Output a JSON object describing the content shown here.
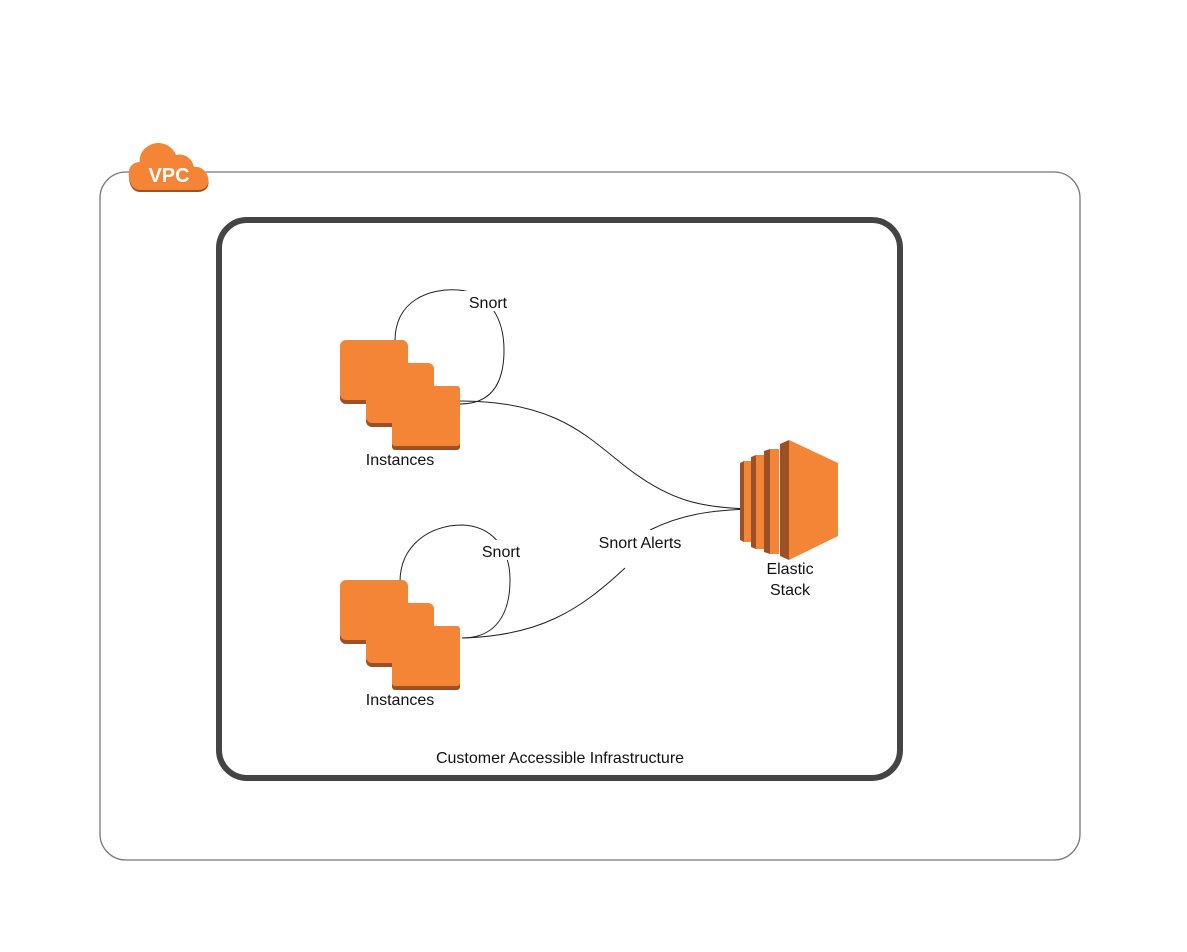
{
  "vpc": {
    "label": "VPC",
    "color": "#f58536"
  },
  "infrastructure": {
    "label": "Customer Accessible Infrastructure"
  },
  "groups": [
    {
      "instances_label": "Instances",
      "loop_label": "Snort"
    },
    {
      "instances_label": "Instances",
      "loop_label": "Snort"
    }
  ],
  "connector": {
    "label": "Snort Alerts"
  },
  "elastic": {
    "line1": "Elastic",
    "line2": "Stack"
  },
  "colors": {
    "orange": "#f58536",
    "orange_dark": "#9d5025",
    "border_dark": "#444444",
    "border_light": "#777777"
  }
}
